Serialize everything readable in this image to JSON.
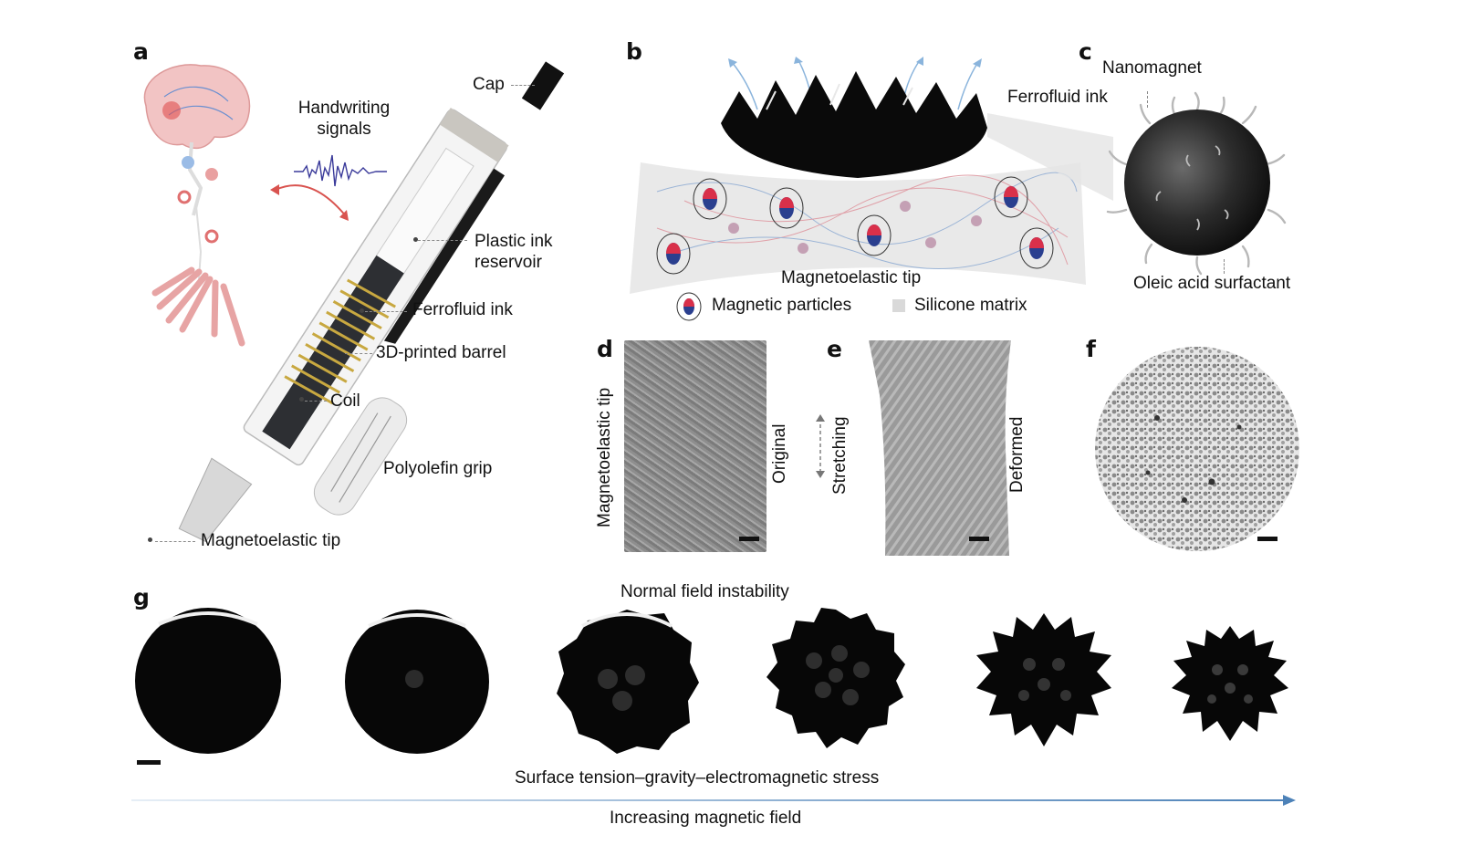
{
  "panels": {
    "a": "a",
    "b": "b",
    "c": "c",
    "d": "d",
    "e": "e",
    "f": "f",
    "g": "g"
  },
  "panel_a": {
    "handwriting": [
      "Handwriting",
      "signals"
    ],
    "cap": "Cap",
    "plastic_ink": [
      "Plastic ink",
      "reservoir"
    ],
    "ferrofluid_ink": "Ferrofluid ink",
    "barrel": "3D-printed barrel",
    "coil": "Coil",
    "grip": "Polyolefin grip",
    "tip": "Magnetoelastic tip"
  },
  "panel_b": {
    "tip_label": "Magnetoelastic tip",
    "legend_particles": "Magnetic particles",
    "legend_matrix": "Silicone matrix",
    "ferrofluid_ink": "Ferrofluid ink"
  },
  "panel_c": {
    "nanomagnet": "Nanomagnet",
    "surfactant": "Oleic acid surfactant"
  },
  "panel_d": {
    "side_label": "Magnetoelastic tip",
    "state": "Original"
  },
  "panel_e": {
    "arrow_label": "Stretching",
    "state": "Deformed"
  },
  "panel_g": {
    "title": "Normal field instability",
    "stress": "Surface tension–gravity–electromagnetic stress",
    "field": "Increasing magnetic field"
  },
  "colors": {
    "coil": "#c8a840",
    "brain": "#e59b9b",
    "ferrofluid": "#0a0a0a",
    "field_arrow": "#5b8fc2"
  }
}
